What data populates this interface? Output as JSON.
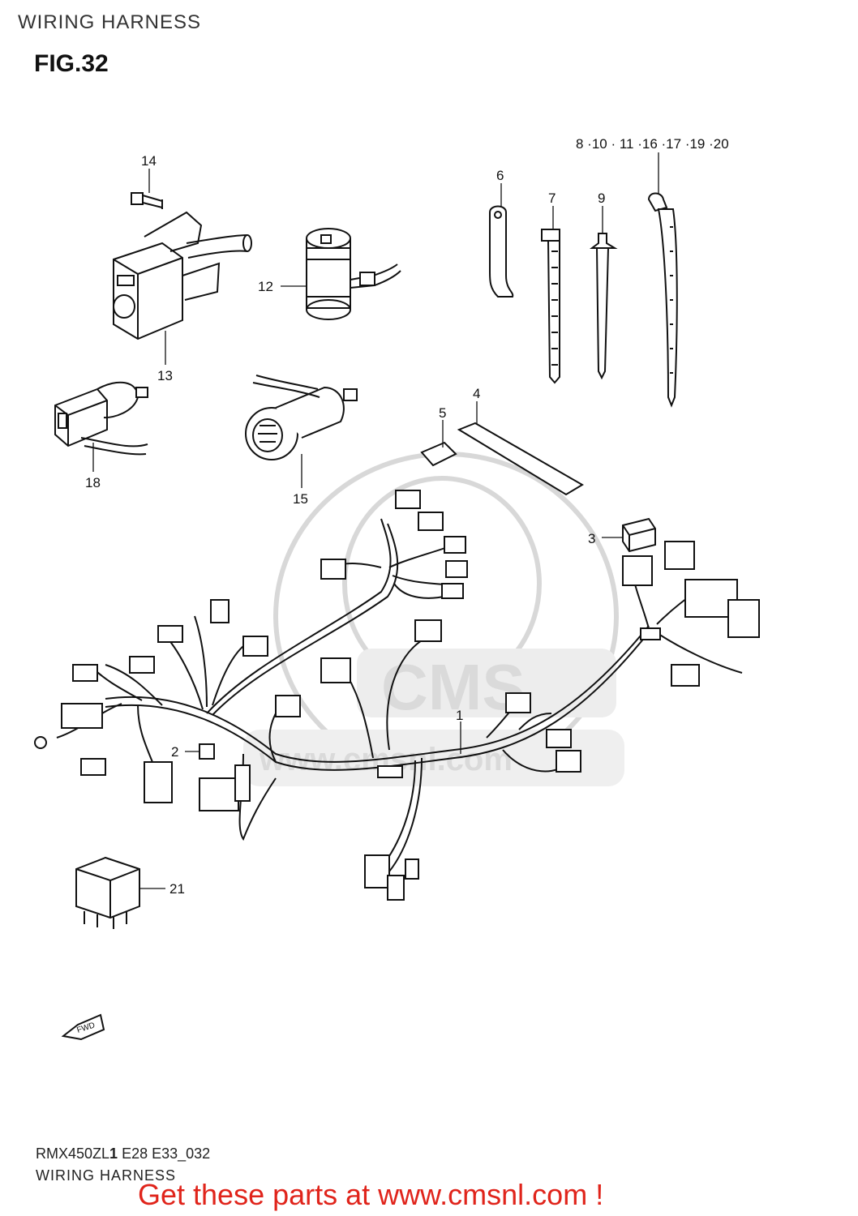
{
  "header": {
    "title": "WIRING HARNESS",
    "figure": "FIG.32"
  },
  "footer": {
    "model_prefix": "RMX450ZL",
    "model_suffix": "1",
    "codes": " E28 E33_032",
    "subtitle": "WIRING HARNESS",
    "promo": "Get these parts at www.cmsnl.com !"
  },
  "watermark": {
    "text": "CMS",
    "url": "www.cmsnl.com"
  },
  "arrow_label": "FWD",
  "callouts": [
    {
      "id": "c1",
      "text": "1"
    },
    {
      "id": "c2",
      "text": "2"
    },
    {
      "id": "c3",
      "text": "3"
    },
    {
      "id": "c4",
      "text": "4"
    },
    {
      "id": "c5",
      "text": "5"
    },
    {
      "id": "c6",
      "text": "6"
    },
    {
      "id": "c7",
      "text": "7"
    },
    {
      "id": "c8",
      "text": "8 ·10 · 11 ·16 ·17 ·19 ·20"
    },
    {
      "id": "c9",
      "text": "9"
    },
    {
      "id": "c12",
      "text": "12"
    },
    {
      "id": "c13",
      "text": "13"
    },
    {
      "id": "c14",
      "text": "14"
    },
    {
      "id": "c15",
      "text": "15"
    },
    {
      "id": "c18",
      "text": "18"
    },
    {
      "id": "c21",
      "text": "21"
    }
  ]
}
